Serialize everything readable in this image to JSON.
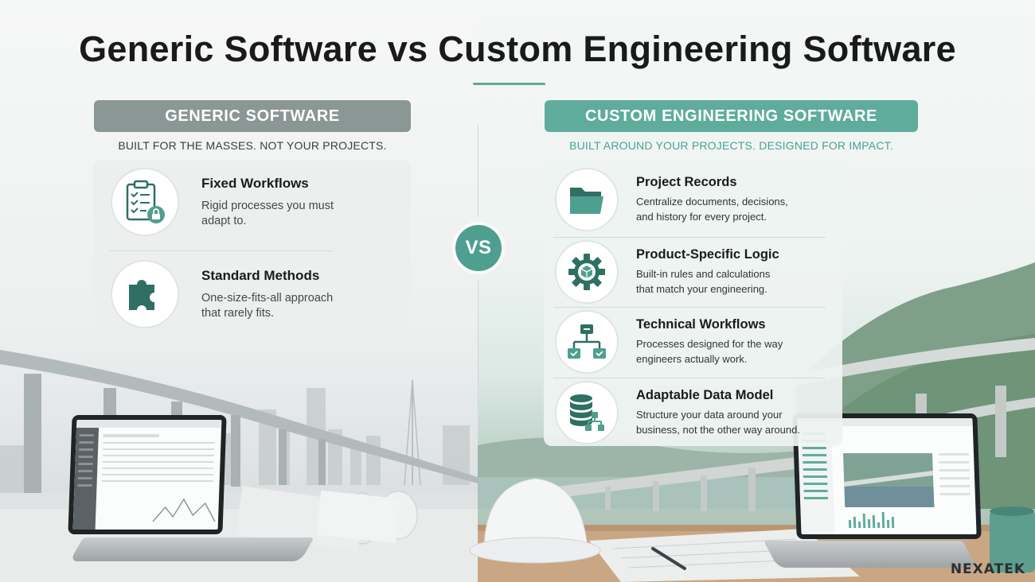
{
  "title": "Generic Software vs Custom Engineering Software",
  "colors": {
    "accent": "#5fac9c",
    "generic_header": "#8a9794",
    "vs_badge": "#4f9f90"
  },
  "generic": {
    "header": "GENERIC SOFTWARE",
    "subtitle": "BUILT FOR THE MASSES. NOT YOUR PROJECTS.",
    "features": [
      {
        "icon": "clipboard-lock-icon",
        "title": "Fixed Workflows",
        "description": "Rigid processes you must\nadapt to."
      },
      {
        "icon": "puzzle-piece-icon",
        "title": "Standard Methods",
        "description": "One-size-fits-all approach\nthat rarely fits."
      }
    ]
  },
  "vs_label": "VS",
  "custom": {
    "header": "CUSTOM ENGINEERING SOFTWARE",
    "subtitle": "BUILT AROUND YOUR PROJECTS. DESIGNED FOR IMPACT.",
    "features": [
      {
        "icon": "folder-icon",
        "title": "Project Records",
        "description": "Centralize documents, decisions,\nand history for every project."
      },
      {
        "icon": "gear-cube-icon",
        "title": "Product-Specific Logic",
        "description": "Built-in rules and calculations\nthat match your engineering."
      },
      {
        "icon": "workflow-icon",
        "title": "Technical Workflows",
        "description": "Processes designed for the way\nengineers actually work."
      },
      {
        "icon": "database-icon",
        "title": "Adaptable Data Model",
        "description": "Structure your data around your\nbusiness, not the other way around."
      }
    ]
  },
  "brand": "NEXATEK"
}
